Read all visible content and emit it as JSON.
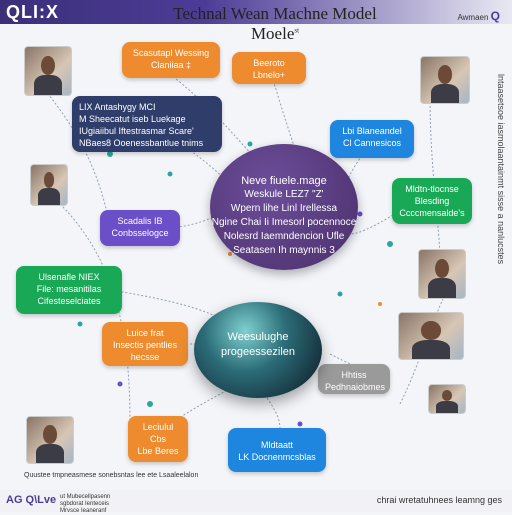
{
  "header": {
    "logo": "QLI:X",
    "title": "Technal Wean Machne Model Moele",
    "title_suffix": "st",
    "right_small": "Awmaen",
    "right_q": "Q"
  },
  "bubbles": {
    "orange_top": [
      "Scasutapl Wessing",
      "Claniiaa ‡"
    ],
    "orange_top_right": [
      "Beeroto",
      "Lbnelo+"
    ],
    "navy": [
      "LIX Antashygy MCI",
      "M Sheecatut iseb Luekage",
      "IUgiaiibul Iftestrasmar Scare'",
      "NBaes8 Ooenessbantlue tnims"
    ],
    "blue_right": [
      "Lbi Blaneandel",
      "Cl Cannesicos"
    ],
    "purple_left": [
      "Scadalis IB",
      "Conbsselogce"
    ],
    "green_right": [
      "Mldtn-tlocnse",
      "Blesding",
      "Ccccmensalde's"
    ],
    "green_left": [
      "Ulsenafle NIEX",
      "File: mesanitilas",
      "Cifesteselciates"
    ],
    "orange_mid": [
      "Luice frat",
      "Insectis pentlies",
      "hecsse"
    ],
    "gray_right": [
      "Hhtiss",
      "Pedhnaiobmes"
    ],
    "orange_bottom": [
      "Leciulul",
      "Cbs",
      "Lbe Beres"
    ],
    "blue_bottom": [
      "Mldtaatt",
      "LK Docnenmcsblas"
    ]
  },
  "center": {
    "heading": "Neve fiuele.mage",
    "lines": [
      "Weskule LEZ7 \"Z'",
      "Wpern lihe Linl Irellessa",
      "Ngine Chai Ii Imesorl pocennoce",
      "Nolesrd Iaemndencion Ufle",
      "Seatasen Ih maynnis 3"
    ]
  },
  "orb": {
    "lines": [
      "Weesulughe",
      "progeessezilen"
    ]
  },
  "side_text": "lntaasetsoe iasmolaantainmt sisse a nanlucstes",
  "footer": {
    "caption": "Quustee tmpneasmese sonebsntas lee ete Lsaaleelalon",
    "logo": "AG Q\\Lve",
    "small": [
      "ut Mubecellpasenn",
      "sgbdorat Ienteceis",
      "Mrvsce Ieaneranf"
    ],
    "right": "chrai wretatuhnees leamng ges"
  },
  "colors": {
    "orange": "#ee8b2f",
    "navy": "#2f3d6a",
    "blue": "#1f86e0",
    "green": "#19a856",
    "purple": "#6a4fc8"
  }
}
